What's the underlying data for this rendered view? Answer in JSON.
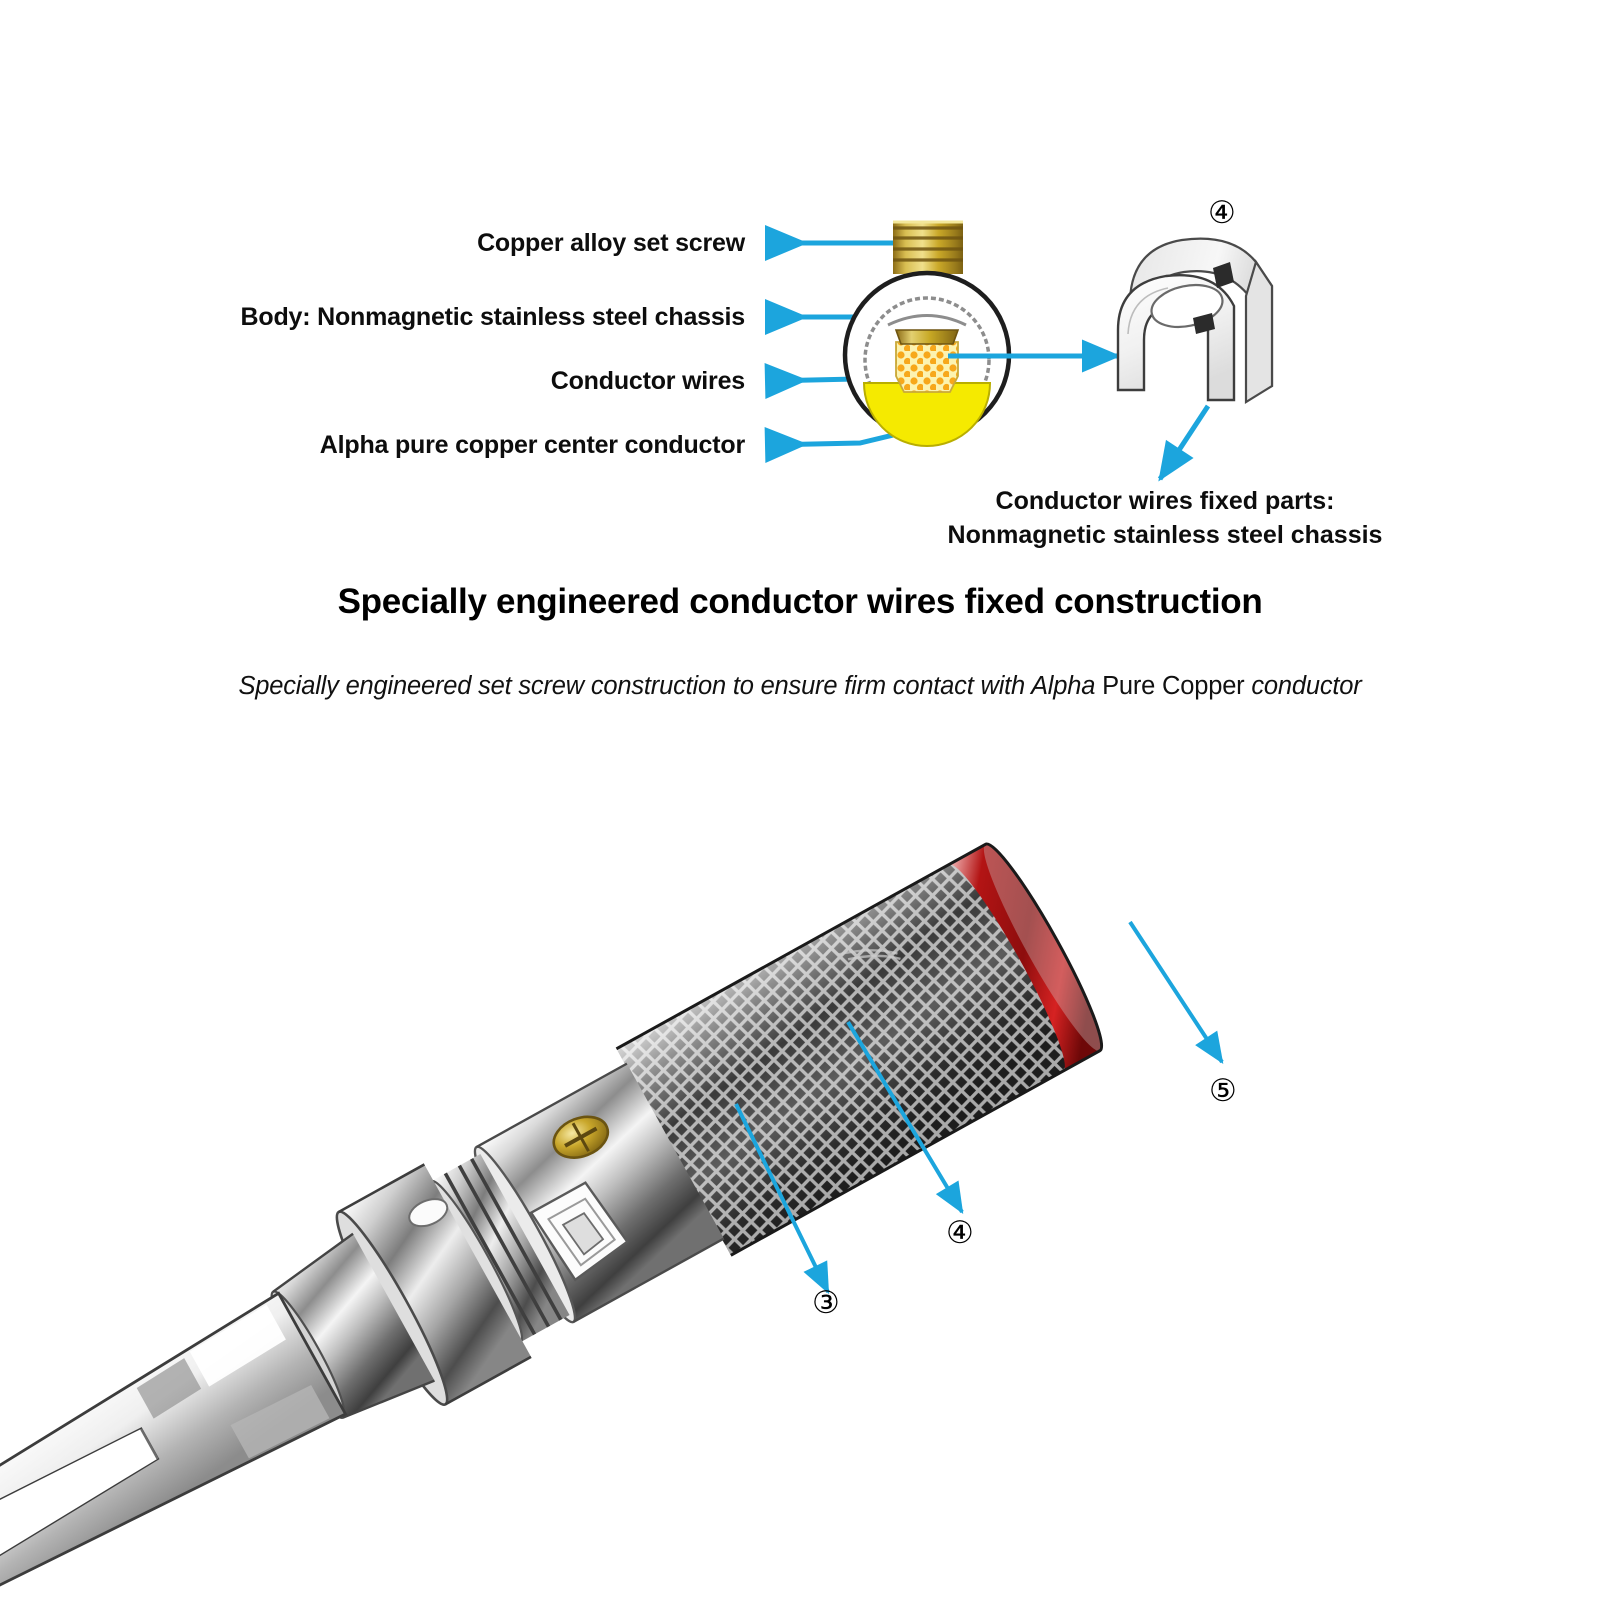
{
  "document": {
    "background_color": "#ffffff",
    "arrow_color": "#1CA5DD",
    "text_color": "#0d0d0d"
  },
  "cutaway_diagram": {
    "labels": [
      {
        "id": "set-screw",
        "text": "Copper alloy set screw"
      },
      {
        "id": "body-chassis",
        "text": "Body: Nonmagnetic stainless steel chassis"
      },
      {
        "id": "conductor-wires",
        "text": "Conductor wires"
      },
      {
        "id": "center-conductor",
        "text": "Alpha pure copper  center conductor"
      }
    ],
    "part_number": "④",
    "right_caption_line1": "Conductor wires fixed parts:",
    "right_caption_line2": "Nonmagnetic stainless steel chassis",
    "colors": {
      "brass_screw": "#C8A526",
      "center_conductor": "#F5EA00",
      "wire_dots": "#F5A623",
      "wire_fill": "#FAF0A0",
      "chassis_outline": "#2b2b2b"
    }
  },
  "headline": "Specially engineered conductor wires fixed construction",
  "subtitle": {
    "part1": "Specially engineered set screw construction to ensure firm contact with Alpha ",
    "upright": "Pure Copper",
    "part2": " conductor"
  },
  "connector_render": {
    "description": "Spade terminal connector with knurled barrel",
    "callouts": [
      {
        "id": "callout-3",
        "symbol": "③"
      },
      {
        "id": "callout-4",
        "symbol": "④"
      },
      {
        "id": "callout-5",
        "symbol": "⑤"
      }
    ],
    "colors": {
      "red_band": "#C41515",
      "brass_screw": "#BFA030",
      "metal_light": "#fbfbfb",
      "metal_mid": "#9a9a9a",
      "metal_dark": "#4a4a4a",
      "knurl_dark": "#2e2e2e"
    }
  }
}
